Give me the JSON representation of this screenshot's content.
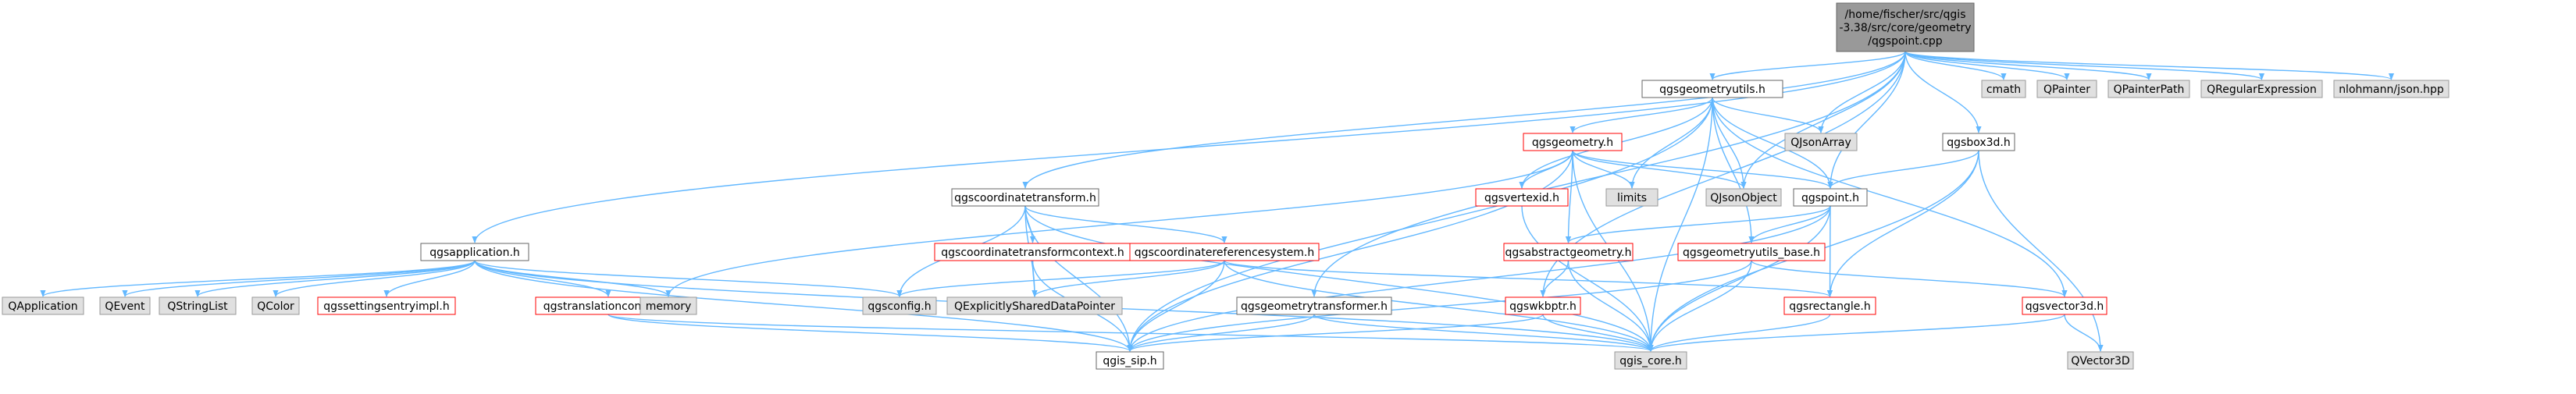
{
  "colors": {
    "edge": "#63b8ff",
    "root_fill": "#999999",
    "root_stroke": "#666666",
    "documented_fill": "#ffffff",
    "documented_stroke": "#666666",
    "undocumented_fill": "#e0e0e0",
    "undocumented_stroke": "#999999",
    "missing_fill": "#ffffff",
    "missing_stroke": "#ff0000"
  },
  "diagram": {
    "type": "include-dependency-graph",
    "nodes": [
      {
        "id": "root",
        "lines": [
          "/home/fischer/src/qgis",
          "-3.38/src/core/geometry",
          "/qgspoint.cpp"
        ],
        "kind": "root"
      },
      {
        "id": "geometryutils",
        "lines": [
          "qgsgeometryutils.h"
        ],
        "kind": "documented"
      },
      {
        "id": "cmath",
        "lines": [
          "cmath"
        ],
        "kind": "undocumented"
      },
      {
        "id": "qpainter",
        "lines": [
          "QPainter"
        ],
        "kind": "undocumented"
      },
      {
        "id": "qpainterpath",
        "lines": [
          "QPainterPath"
        ],
        "kind": "undocumented"
      },
      {
        "id": "qregularexpression",
        "lines": [
          "QRegularExpression"
        ],
        "kind": "undocumented"
      },
      {
        "id": "json",
        "lines": [
          "nlohmann/json.hpp"
        ],
        "kind": "undocumented"
      },
      {
        "id": "qjsonarray",
        "lines": [
          "QJsonArray"
        ],
        "kind": "undocumented"
      },
      {
        "id": "box3d",
        "lines": [
          "qgsbox3d.h"
        ],
        "kind": "documented"
      },
      {
        "id": "geometry",
        "lines": [
          "qgsgeometry.h"
        ],
        "kind": "missing"
      },
      {
        "id": "limits",
        "lines": [
          "limits"
        ],
        "kind": "undocumented"
      },
      {
        "id": "qjsonobject",
        "lines": [
          "QJsonObject"
        ],
        "kind": "undocumented"
      },
      {
        "id": "vertexid",
        "lines": [
          "qgsvertexid.h"
        ],
        "kind": "missing"
      },
      {
        "id": "point",
        "lines": [
          "qgspoint.h"
        ],
        "kind": "documented"
      },
      {
        "id": "coordtransform",
        "lines": [
          "qgscoordinatetransform.h"
        ],
        "kind": "documented"
      },
      {
        "id": "application",
        "lines": [
          "qgsapplication.h"
        ],
        "kind": "documented"
      },
      {
        "id": "coordtransformcontext",
        "lines": [
          "qgscoordinatetransformcontext.h"
        ],
        "kind": "missing"
      },
      {
        "id": "crs",
        "lines": [
          "qgscoordinatereferencesystem.h"
        ],
        "kind": "missing"
      },
      {
        "id": "abstractgeometry",
        "lines": [
          "qgsabstractgeometry.h"
        ],
        "kind": "missing"
      },
      {
        "id": "geometryutilsbase",
        "lines": [
          "qgsgeometryutils_base.h"
        ],
        "kind": "missing"
      },
      {
        "id": "qapplication",
        "lines": [
          "QApplication"
        ],
        "kind": "undocumented"
      },
      {
        "id": "qevent",
        "lines": [
          "QEvent"
        ],
        "kind": "undocumented"
      },
      {
        "id": "qstringlist",
        "lines": [
          "QStringList"
        ],
        "kind": "undocumented"
      },
      {
        "id": "qcolor",
        "lines": [
          "QColor"
        ],
        "kind": "undocumented"
      },
      {
        "id": "settingsentryimpl",
        "lines": [
          "qgssettingsentryimpl.h"
        ],
        "kind": "missing"
      },
      {
        "id": "translationcontext",
        "lines": [
          "qgstranslationcontext.h"
        ],
        "kind": "missing"
      },
      {
        "id": "memory",
        "lines": [
          "memory"
        ],
        "kind": "undocumented"
      },
      {
        "id": "config",
        "lines": [
          "qgsconfig.h"
        ],
        "kind": "undocumented"
      },
      {
        "id": "qesdp",
        "lines": [
          "QExplicitlySharedDataPointer"
        ],
        "kind": "undocumented"
      },
      {
        "id": "geometrytransformer",
        "lines": [
          "qgsgeometrytransformer.h"
        ],
        "kind": "documented"
      },
      {
        "id": "wkbptr",
        "lines": [
          "qgswkbptr.h"
        ],
        "kind": "missing"
      },
      {
        "id": "rectangle",
        "lines": [
          "qgsrectangle.h"
        ],
        "kind": "missing"
      },
      {
        "id": "vector3d",
        "lines": [
          "qgsvector3d.h"
        ],
        "kind": "missing"
      },
      {
        "id": "sip",
        "lines": [
          "qgis_sip.h"
        ],
        "kind": "documented"
      },
      {
        "id": "core",
        "lines": [
          "qgis_core.h"
        ],
        "kind": "undocumented"
      },
      {
        "id": "qvector3d",
        "lines": [
          "QVector3D"
        ],
        "kind": "undocumented"
      }
    ],
    "edges": [
      [
        "root",
        "geometryutils"
      ],
      [
        "root",
        "cmath"
      ],
      [
        "root",
        "qpainter"
      ],
      [
        "root",
        "qpainterpath"
      ],
      [
        "root",
        "qregularexpression"
      ],
      [
        "root",
        "json"
      ],
      [
        "root",
        "qjsonarray"
      ],
      [
        "root",
        "box3d"
      ],
      [
        "root",
        "qjsonobject"
      ],
      [
        "root",
        "point"
      ],
      [
        "root",
        "coordtransform"
      ],
      [
        "root",
        "application"
      ],
      [
        "root",
        "geometrytransformer"
      ],
      [
        "root",
        "wkbptr"
      ],
      [
        "geometryutils",
        "qjsonarray"
      ],
      [
        "geometryutils",
        "geometry"
      ],
      [
        "geometryutils",
        "vertexid"
      ],
      [
        "geometryutils",
        "limits"
      ],
      [
        "geometryutils",
        "qjsonobject"
      ],
      [
        "geometryutils",
        "point"
      ],
      [
        "geometryutils",
        "geometryutilsbase"
      ],
      [
        "geometryutils",
        "vector3d"
      ],
      [
        "geometryutils",
        "core"
      ],
      [
        "geometryutils",
        "sip"
      ],
      [
        "box3d",
        "point"
      ],
      [
        "box3d",
        "rectangle"
      ],
      [
        "box3d",
        "core"
      ],
      [
        "box3d",
        "qvector3d"
      ],
      [
        "geometry",
        "vertexid"
      ],
      [
        "geometry",
        "limits"
      ],
      [
        "geometry",
        "qjsonobject"
      ],
      [
        "geometry",
        "point"
      ],
      [
        "geometry",
        "abstractgeometry"
      ],
      [
        "geometry",
        "memory"
      ],
      [
        "geometry",
        "core"
      ],
      [
        "geometry",
        "sip"
      ],
      [
        "vertexid",
        "core"
      ],
      [
        "point",
        "abstractgeometry"
      ],
      [
        "point",
        "geometryutilsbase"
      ],
      [
        "point",
        "rectangle"
      ],
      [
        "point",
        "core"
      ],
      [
        "point",
        "sip"
      ],
      [
        "coordtransform",
        "coordtransformcontext"
      ],
      [
        "coordtransform",
        "crs"
      ],
      [
        "coordtransform",
        "config"
      ],
      [
        "coordtransform",
        "qesdp"
      ],
      [
        "coordtransform",
        "core"
      ],
      [
        "coordtransform",
        "sip"
      ],
      [
        "coordtransformcontext",
        "qesdp"
      ],
      [
        "coordtransformcontext",
        "sip"
      ],
      [
        "crs",
        "config"
      ],
      [
        "crs",
        "qesdp"
      ],
      [
        "crs",
        "rectangle"
      ],
      [
        "crs",
        "core"
      ],
      [
        "crs",
        "sip"
      ],
      [
        "application",
        "qapplication"
      ],
      [
        "application",
        "qevent"
      ],
      [
        "application",
        "qstringlist"
      ],
      [
        "application",
        "qcolor"
      ],
      [
        "application",
        "settingsentryimpl"
      ],
      [
        "application",
        "translationcontext"
      ],
      [
        "application",
        "memory"
      ],
      [
        "application",
        "config"
      ],
      [
        "application",
        "core"
      ],
      [
        "application",
        "sip"
      ],
      [
        "translationcontext",
        "sip"
      ],
      [
        "translationcontext",
        "core"
      ],
      [
        "abstractgeometry",
        "wkbptr"
      ],
      [
        "abstractgeometry",
        "core"
      ],
      [
        "geometryutilsbase",
        "vector3d"
      ],
      [
        "geometryutilsbase",
        "core"
      ],
      [
        "geometryutilsbase",
        "sip"
      ],
      [
        "geometrytransformer",
        "core"
      ],
      [
        "geometrytransformer",
        "sip"
      ],
      [
        "wkbptr",
        "core"
      ],
      [
        "wkbptr",
        "sip"
      ],
      [
        "rectangle",
        "core"
      ],
      [
        "vector3d",
        "qvector3d"
      ],
      [
        "vector3d",
        "core"
      ]
    ]
  }
}
